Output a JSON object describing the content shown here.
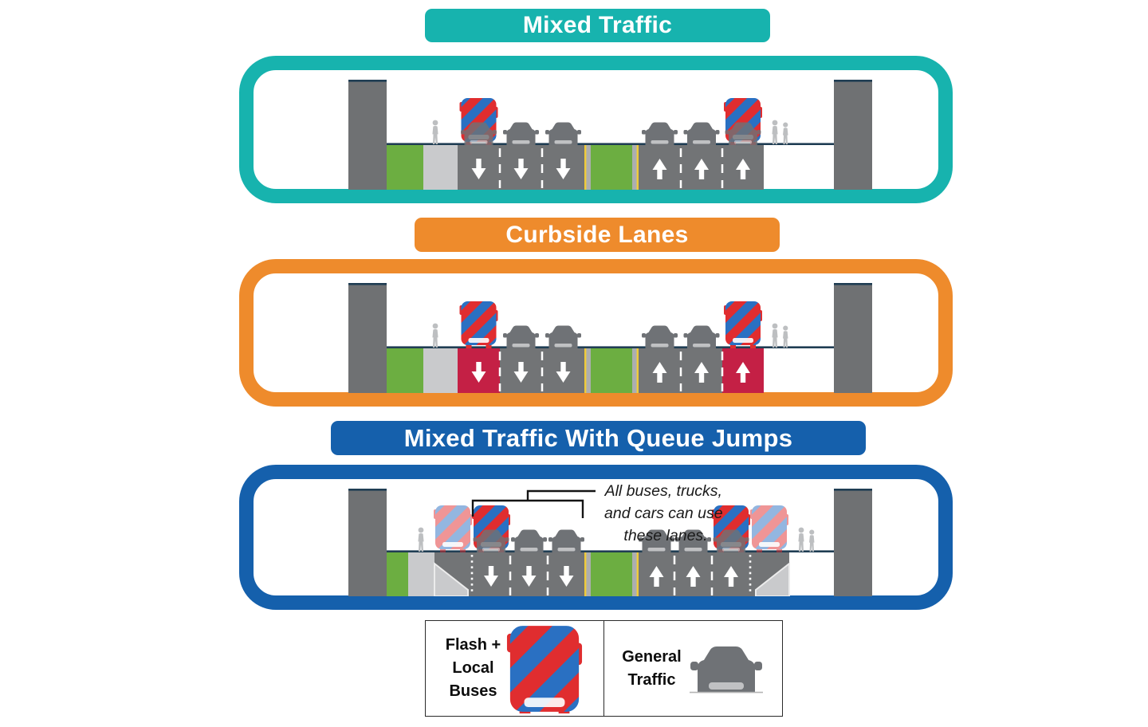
{
  "sections": [
    {
      "id": "mixed-traffic",
      "title": "Mixed Traffic"
    },
    {
      "id": "curbside-lanes",
      "title": "Curbside Lanes"
    },
    {
      "id": "queue-jumps",
      "title": "Mixed Traffic With Queue Jumps"
    }
  ],
  "annotation": {
    "lines": [
      "All buses, trucks,",
      "and cars can use",
      "these lanes."
    ]
  },
  "legend": {
    "items": [
      {
        "label_lines": [
          "Flash +",
          "Local",
          "Buses"
        ],
        "icon": "flash-local-bus-icon"
      },
      {
        "label_lines": [
          "General",
          "Traffic"
        ],
        "icon": "general-traffic-car-icon"
      }
    ]
  },
  "icons": {
    "bus": "striped-bus-icon",
    "ghost_bus": "faded-bus-icon",
    "car": "car-icon",
    "pedestrian": "pedestrian-icon",
    "down_arrow": "down-arrow-icon",
    "up_arrow": "up-arrow-icon"
  },
  "colors": {
    "teal": "#17B3AE",
    "orange": "#EE8B2C",
    "blue": "#1560AC",
    "bus_red": "#E02D2F",
    "bus_blue": "#2A70C2",
    "red_lane": "#C42045",
    "green": "#6CAE41",
    "road": "#727476",
    "sidewalk": "#C9CACC",
    "curb": "#ACAEB0",
    "building": "#6F7173",
    "edge": "#1F3D53",
    "yellow": "#EFCB3A",
    "pedestrian": "#BDBFC1",
    "car": "#6F7276"
  }
}
